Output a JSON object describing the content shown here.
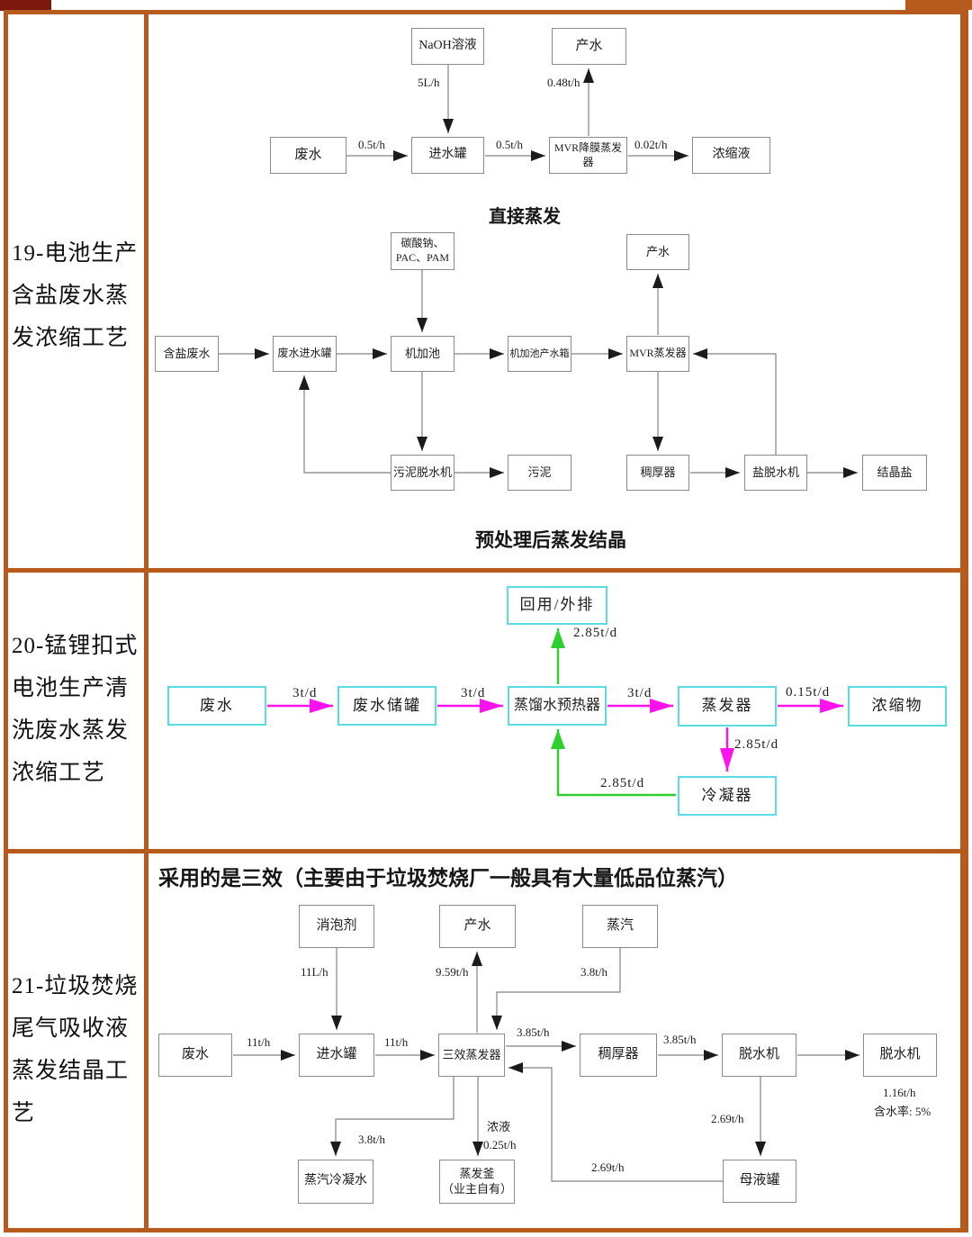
{
  "colors": {
    "frame_orange": "#b65a1d",
    "corner_dark_red": "#7a190c",
    "wire_gray": "#828282",
    "cyan_box_border": "#5adde2",
    "magenta_flow": "#ff12ee",
    "green_flow": "#2ed02e"
  },
  "r1": {
    "label_lines": [
      "19-电池生产",
      "含盐废水蒸",
      "发浓缩工艺"
    ],
    "d1": {
      "caption": "直接蒸发",
      "b": {
        "naoh": "NaOH溶液",
        "chanshui": "产水",
        "feishui": "废水",
        "jinshuiguan": "进水罐",
        "mvr": "MVR降膜蒸发器",
        "nongsuoye": "浓缩液"
      },
      "f": {
        "naoh": "5L/h",
        "in": "0.5t/h",
        "mid": "0.5t/h",
        "prod": "0.48t/h",
        "conc": "0.02t/h"
      }
    },
    "d2": {
      "caption": "预处理后蒸发结晶",
      "b": {
        "dosing": "碳酸钠、\nPAC、PAM",
        "hanyan": "含盐废水",
        "feed_tank": "废水进水罐",
        "jijiachi": "机加池",
        "jijiachi_tank": "机加池产水箱",
        "mvr": "MVR蒸发器",
        "chanshui": "产水",
        "sludge_dewater": "污泥脱水机",
        "sludge": "污泥",
        "thickener": "稠厚器",
        "salt_dewater": "盐脱水机",
        "salt": "结晶盐"
      }
    }
  },
  "r2": {
    "label_lines": [
      "20-锰锂扣式",
      "电池生产清",
      "洗废水蒸发",
      "浓缩工艺"
    ],
    "b": {
      "reuse": "回用/外排",
      "feishui": "废水",
      "storage": "废水储罐",
      "preheater": "蒸馏水预热器",
      "evaporator": "蒸发器",
      "concentrate": "浓缩物",
      "condenser": "冷凝器"
    },
    "f": {
      "in": "3t/d",
      "mid": "3t/d",
      "to_evap": "3t/d",
      "conc": "0.15t/d",
      "reuse": "2.85t/d",
      "to_cond": "2.85t/d",
      "recycle": "2.85t/d"
    }
  },
  "r3": {
    "label_lines": [
      "21-垃圾焚烧",
      "尾气吸收液",
      "蒸发结晶工",
      "艺"
    ],
    "note": "采用的是三效（主要由于垃圾焚烧厂一般具有大量低品位蒸汽）",
    "b": {
      "defoamer": "消泡剂",
      "chanshui": "产水",
      "zhengqi": "蒸汽",
      "feishui": "废水",
      "jinshuiguan": "进水罐",
      "triple_evap": "三效蒸发器",
      "thickener": "稠厚器",
      "dewater1": "脱水机",
      "dewater2": "脱水机",
      "condensate": "蒸汽冷凝水",
      "kettle": "蒸发釜\n（业主自有）",
      "mother_tank": "母液罐"
    },
    "f": {
      "defoamer": "11L/h",
      "prod": "9.59t/h",
      "steam": "3.8t/h",
      "in": "11t/h",
      "mid": "11t/h",
      "to_thick": "3.85t/h",
      "to_dew": "3.85t/h",
      "to_mother": "2.69t/h",
      "recycle": "2.69t/h",
      "dew_out": "1.16t/h",
      "moisture": "含水率: 5%",
      "condensate_flow": "3.8t/h",
      "nongye": "浓液",
      "nongye_rate": "0.25t/h"
    }
  }
}
